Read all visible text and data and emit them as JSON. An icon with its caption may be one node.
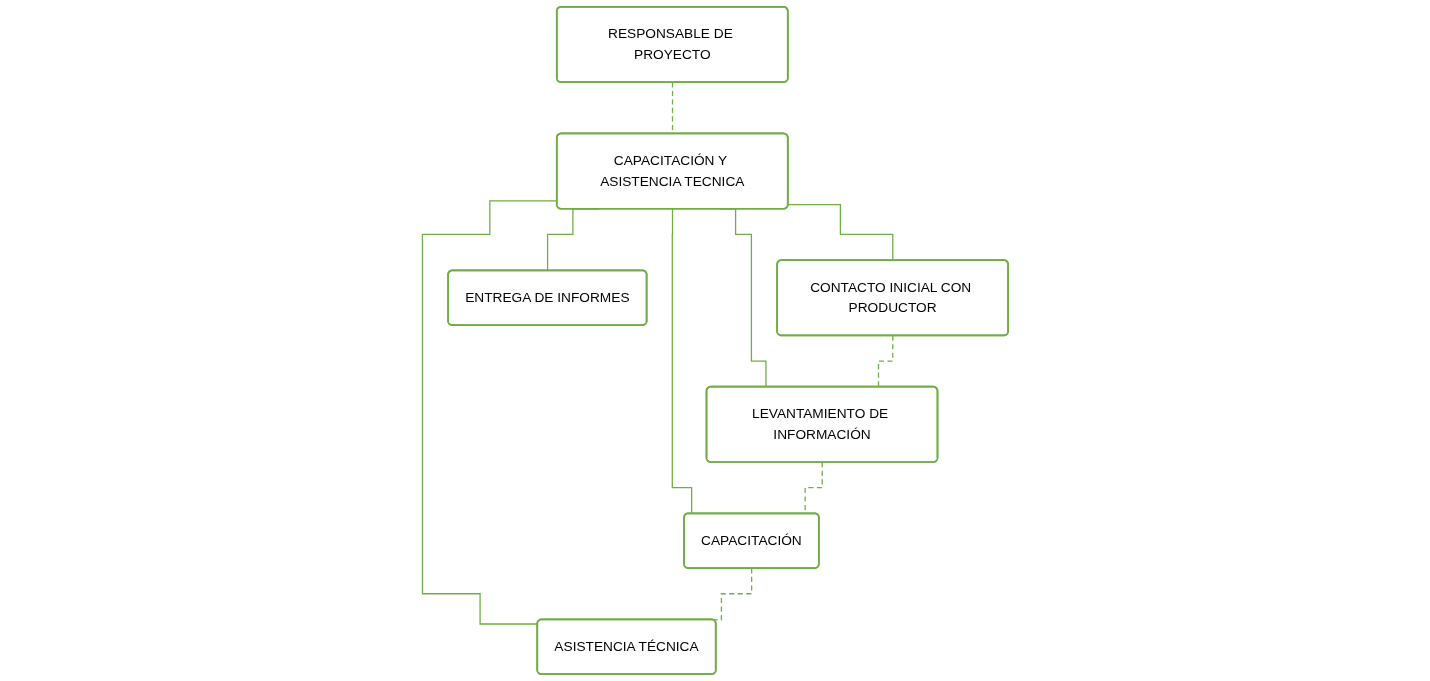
{
  "diagram": {
    "nodes": [
      {
        "text": [
          "CAPACITACIÓN Y ASISTENCIA TECNICA"
        ]
      },
      {
        "text": [
          "RESPONSABLE DE PROYECTO"
        ]
      },
      {
        "text": [
          "CONTACTO INICIAL CON PRODUCTOR"
        ]
      },
      {
        "text": [
          "LEVANTAMIENTO DE INFORMACIÓN"
        ]
      },
      {
        "text": [
          "CAPACITACIÓN"
        ]
      },
      {
        "text": [
          "ASISTENCIA TÉCNICA"
        ]
      },
      {
        "text": [
          "ENTREGA DE INFORMES"
        ]
      }
    ],
    "edges": [
      {
        "from": 1,
        "to": 0,
        "arrow": "none",
        "style": "dashed"
      },
      {
        "from": 0,
        "to": 2,
        "arrow": "none"
      },
      {
        "from": 0,
        "to": 3,
        "arrow": "none"
      },
      {
        "from": 0,
        "to": 4,
        "arrow": "none"
      },
      {
        "from": 0,
        "to": 5,
        "arrow": "none"
      },
      {
        "from": 2,
        "to": 3,
        "arrow": "none",
        "style": "dashed"
      },
      {
        "from": 3,
        "to": 4,
        "arrow": "none",
        "style": "dashed"
      },
      {
        "from": 4,
        "to": 5,
        "arrow": "none",
        "style": "dashed"
      },
      {
        "from": 0,
        "to": 6,
        "arrow": "none"
      }
    ]
  }
}
